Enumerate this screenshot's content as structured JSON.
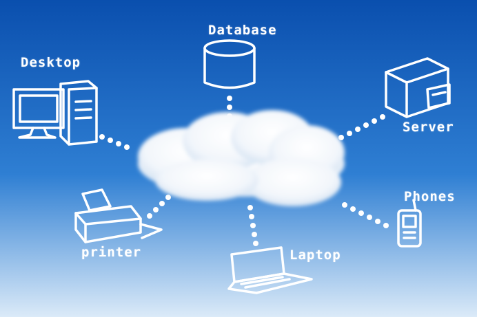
{
  "diagram": {
    "center": {
      "icon": "cloud-icon"
    },
    "nodes": [
      {
        "id": "database",
        "label": "Database",
        "icon": "database-icon"
      },
      {
        "id": "desktop",
        "label": "Desktop",
        "icon": "desktop-computer-icon"
      },
      {
        "id": "server",
        "label": "Server",
        "icon": "server-icon"
      },
      {
        "id": "phones",
        "label": "Phones",
        "icon": "mobile-phone-icon"
      },
      {
        "id": "printer",
        "label": "printer",
        "icon": "printer-icon"
      },
      {
        "id": "laptop",
        "label": "Laptop",
        "icon": "laptop-icon"
      }
    ]
  },
  "colors": {
    "sky_top": "#0a4fae",
    "sky_mid": "#2f7fd3",
    "sky_bottom": "#dbeaf8",
    "chalk": "#ffffff"
  }
}
